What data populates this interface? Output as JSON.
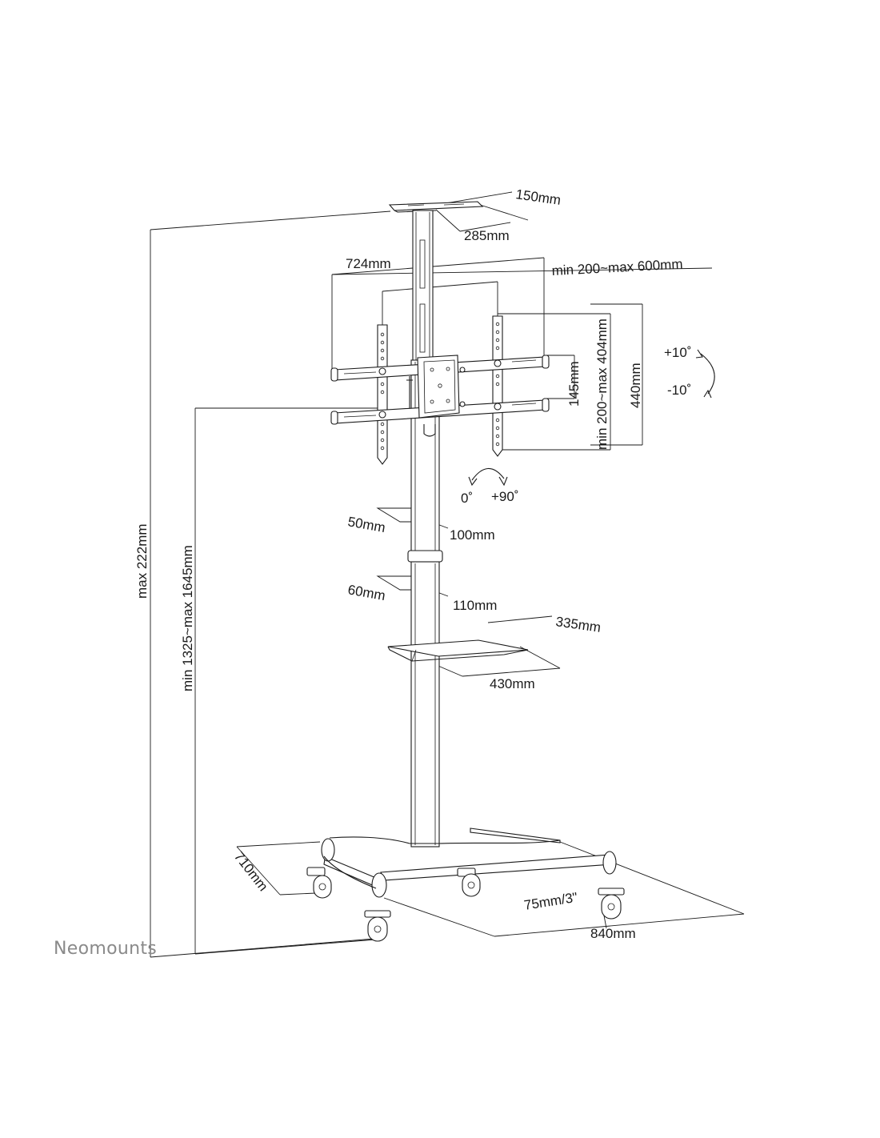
{
  "brand": {
    "name": "Neomounts"
  },
  "dimensions": {
    "top_plate_depth": "150mm",
    "top_plate_width": "285mm",
    "bracket_width": "724mm",
    "vesa_horizontal": "min 200~max 600mm",
    "tilt_up": "+10˚",
    "tilt_down": "-10˚",
    "rail_spacing": "145mm",
    "vesa_vertical": "min 200~max 404mm",
    "bracket_height": "440mm",
    "rotation_start": "0˚",
    "rotation_end": "+90˚",
    "column_upper_depth": "50mm",
    "column_upper_width": "100mm",
    "column_lower_depth": "60mm",
    "column_lower_width": "110mm",
    "shelf_depth": "335mm",
    "shelf_width": "430mm",
    "base_depth": "710mm",
    "caster_size": "75mm/3\"",
    "base_width": "840mm",
    "max_height": "max 222mm",
    "screen_center_height": "min 1325~max 1645mm"
  }
}
